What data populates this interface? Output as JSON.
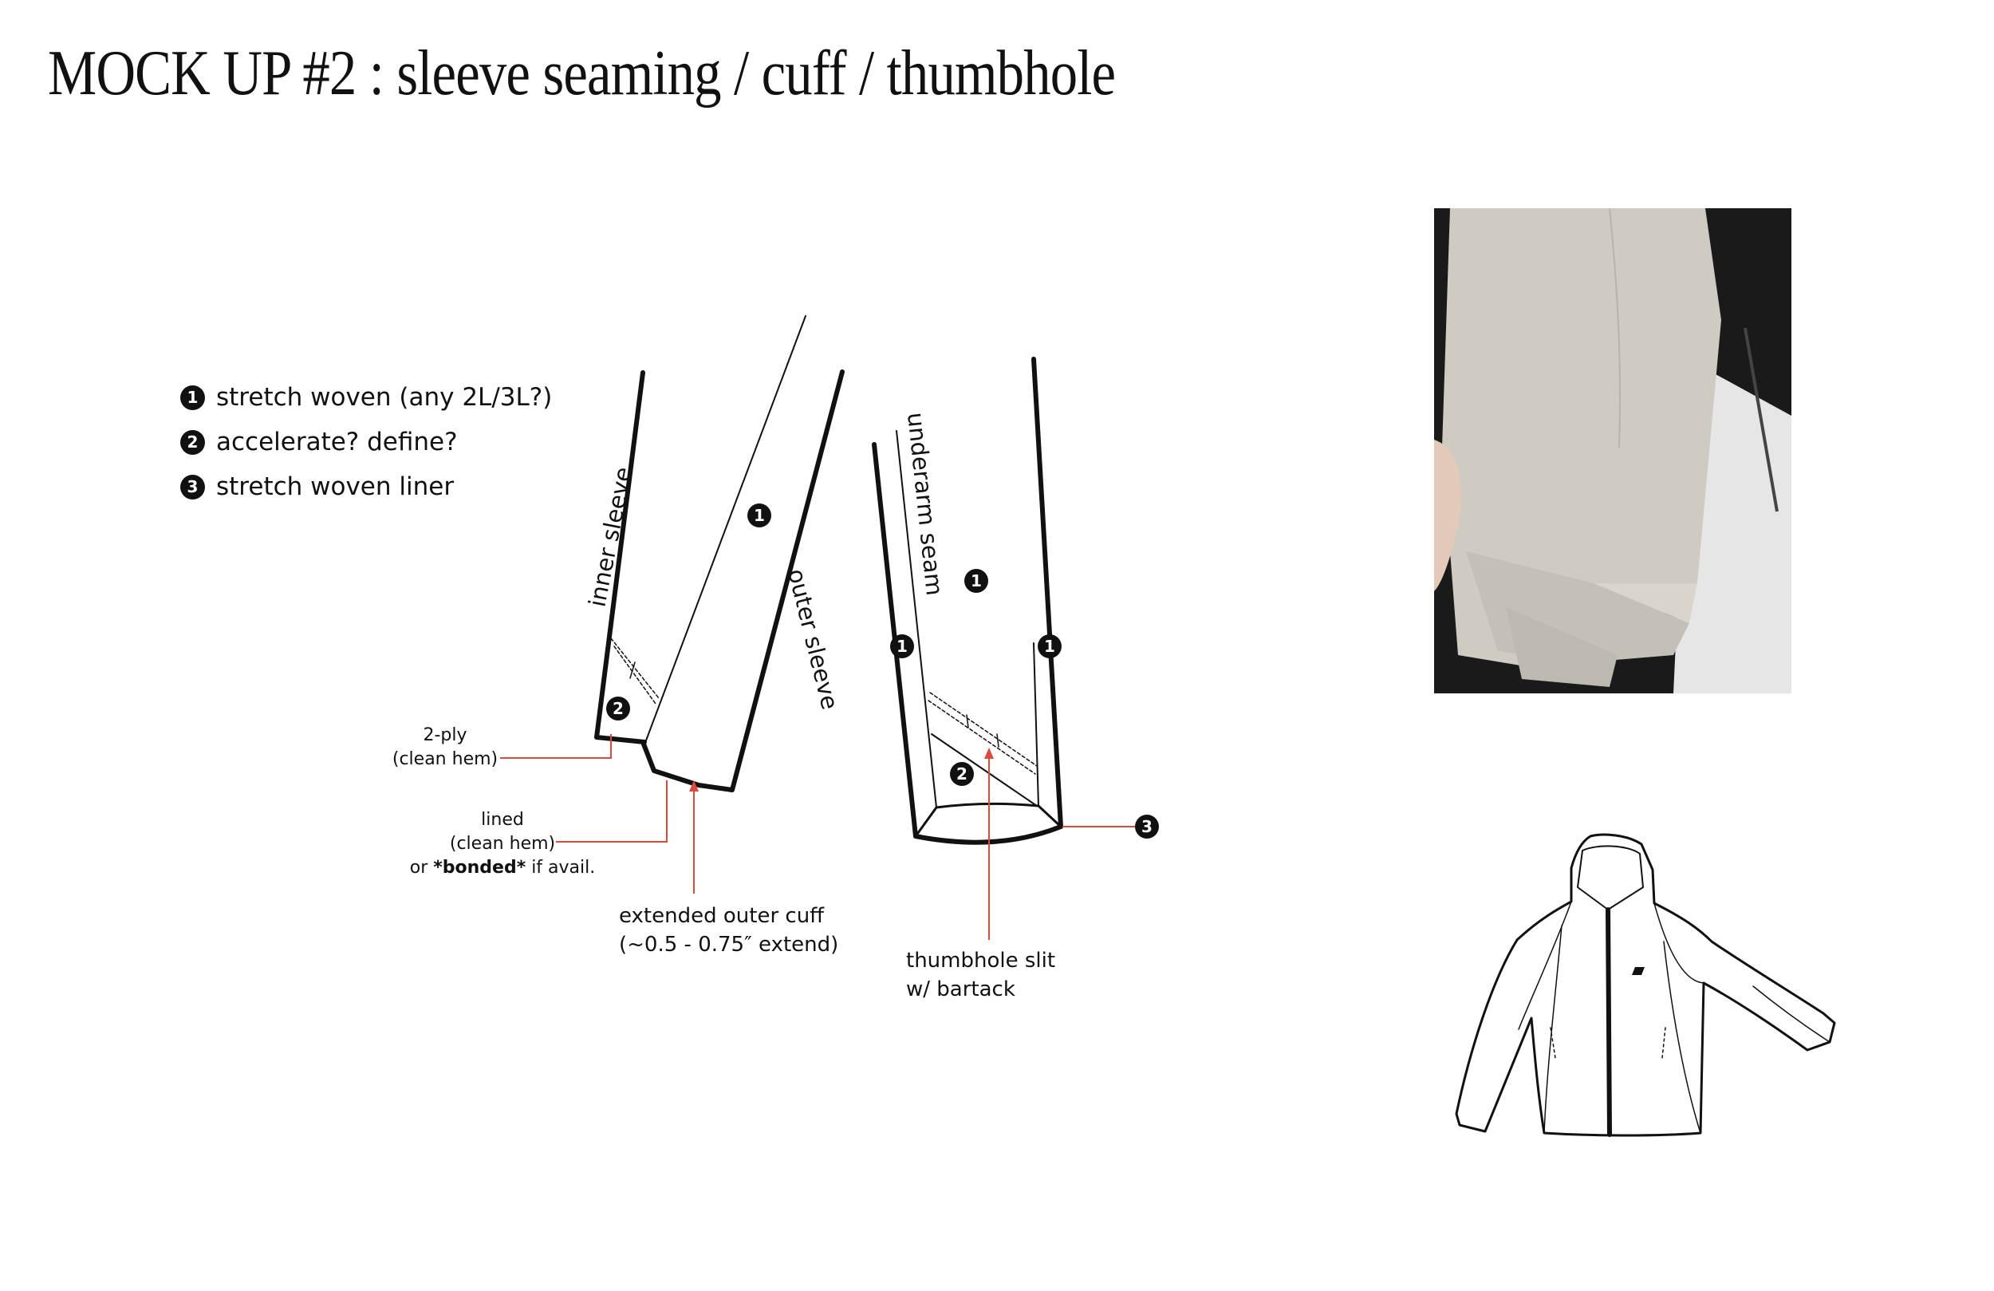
{
  "title": "MOCK UP #2 : sleeve seaming / cuff / thumbhole",
  "legend": [
    {
      "num": "1",
      "text": "stretch woven (any 2L/3L?)"
    },
    {
      "num": "2",
      "text": "accelerate? define?"
    },
    {
      "num": "3",
      "text": "stretch woven liner"
    }
  ],
  "sleeve_left": {
    "inner_label": "inner sleeve",
    "outer_label": "outer sleeve",
    "marker_main": "1",
    "marker_cuff": "2"
  },
  "sleeve_right": {
    "seam_label": "underarm seam",
    "marker_center": "1",
    "marker_left": "1",
    "marker_right": "1",
    "marker_cuff": "2",
    "marker_liner": "3"
  },
  "callouts": {
    "two_ply": [
      "2-ply",
      "(clean hem)"
    ],
    "lined": [
      "lined",
      "(clean hem)"
    ],
    "bonded_prefix": "or ",
    "bonded_bold": "*bonded*",
    "bonded_suffix": " if avail.",
    "extended": [
      "extended outer cuff",
      "(~0.5 - 0.75″ extend)"
    ],
    "thumbhole": [
      "thumbhole slit",
      "w/ bartack"
    ]
  },
  "colors": {
    "line": "#111111",
    "callout": "#d84a3c",
    "fabric": "#cfcbc2",
    "fabric_shadow": "#aaa69c",
    "photo_bg": "#1a1a1a"
  },
  "icons": {
    "brand_logo": "nb-logo-icon"
  }
}
